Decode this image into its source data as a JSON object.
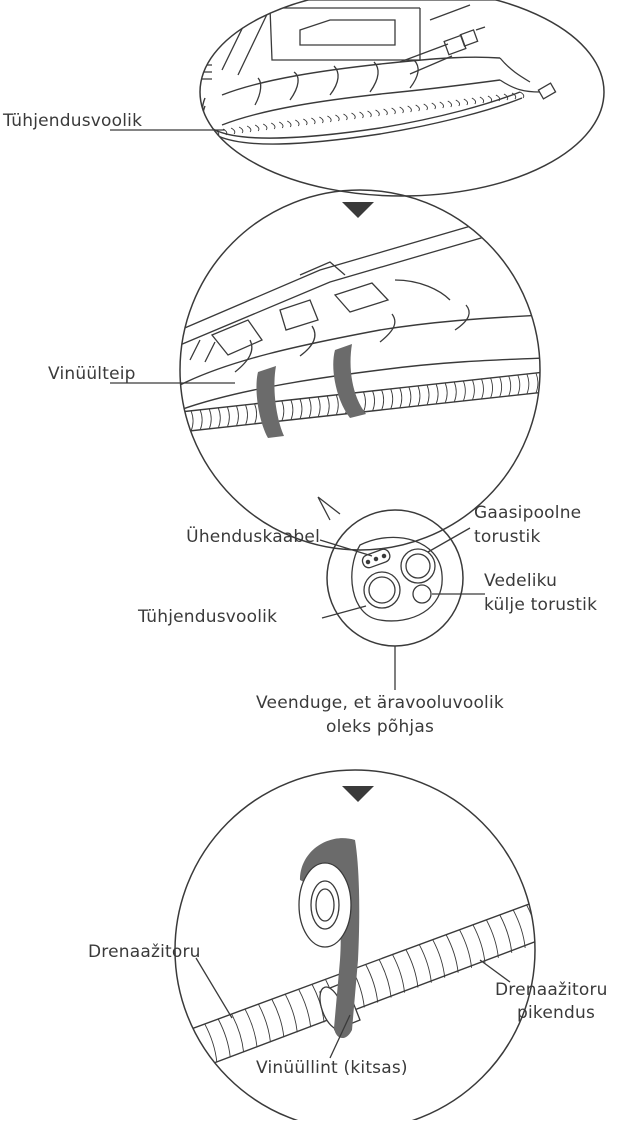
{
  "labels": {
    "drain_hose_top": "Tühjendusvoolik",
    "vinyl_tape": "Vinüülteip",
    "connection_cable": "Ühenduskaabel",
    "gas_side_line1": "Gaasipoolne",
    "gas_side_line2": "torustik",
    "liquid_side_line1": "Vedeliku",
    "liquid_side_line2": "külje torustik",
    "drain_hose_section": "Tühjendusvoolik",
    "note_line1": "Veenduge, et äravooluvoolik",
    "note_line2": "oleks põhjas",
    "drain_pipe": "Drenaažitoru",
    "vinyl_tape_narrow": "Vinüüllint (kitsas)",
    "drain_ext_line1": "Drenaažitoru",
    "drain_ext_line2": "pikendus"
  },
  "colors": {
    "line": "#3a3a3a",
    "tape": "#6b6b6b",
    "text": "#3a3a3a"
  }
}
